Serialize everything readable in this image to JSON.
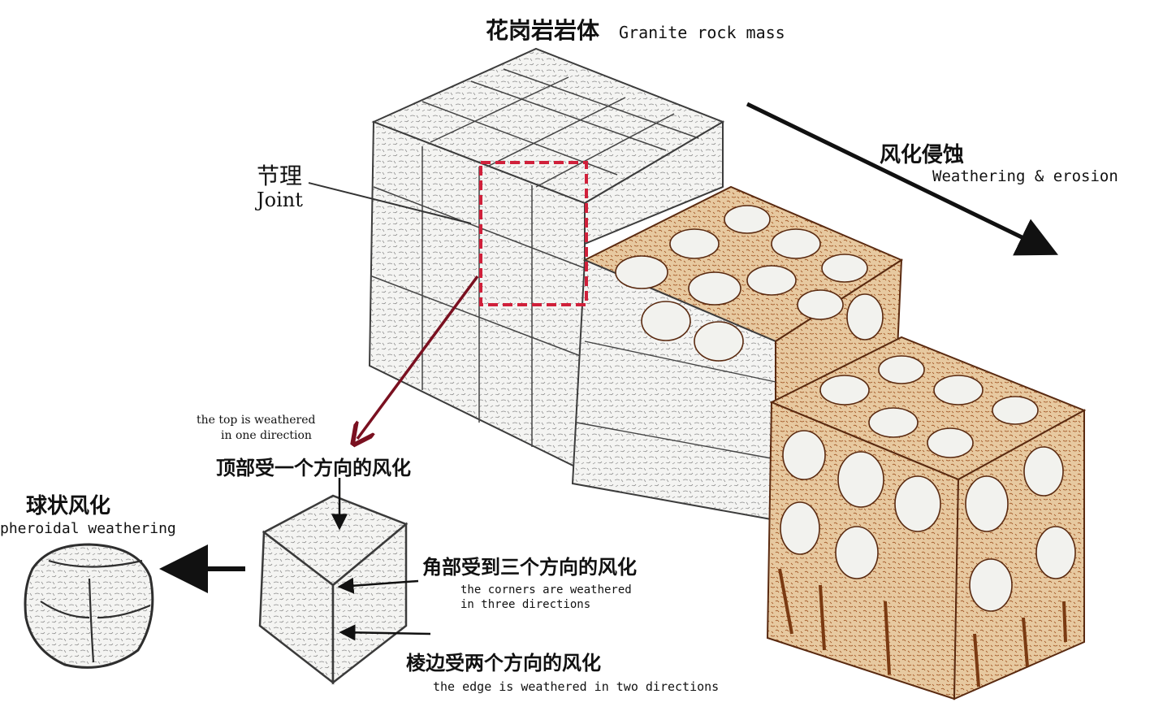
{
  "title": {
    "zh": "花岗岩岩体",
    "en": "Granite rock mass"
  },
  "joint": {
    "zh": "节理",
    "en": "Joint"
  },
  "process": {
    "zh": "风化侵蚀",
    "en": "Weathering & erosion"
  },
  "top_note": {
    "en_line1": "the top is weathered",
    "en_line2": "in one direction",
    "zh": "顶部受一个方向的风化"
  },
  "corner_note": {
    "zh": "角部受到三个方向的风化",
    "en_line1": "the corners are weathered",
    "en_line2": "in three directions"
  },
  "edge_note": {
    "zh": "棱边受两个方向的风化",
    "en": "the edge is weathered in two directions"
  },
  "spheroidal": {
    "zh": "球状风化",
    "en": "pheroidal weathering"
  },
  "colors": {
    "highlight_box": "#d0203a",
    "red_arrow": "#7a1020",
    "stone_line": "#3c3c3c",
    "stone_fill": "#f3f3f1",
    "weathered": "#a8521c",
    "weathered_light": "#e0b078"
  }
}
